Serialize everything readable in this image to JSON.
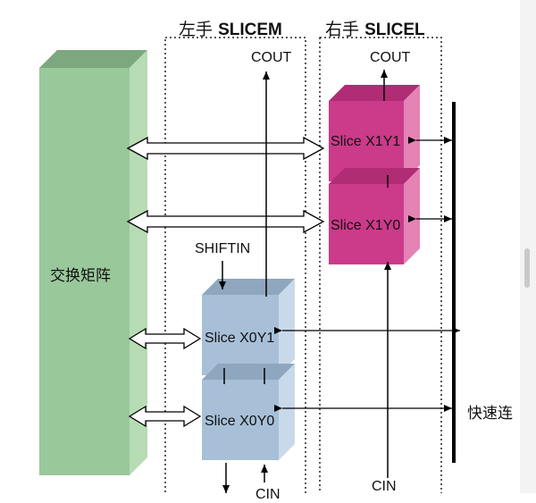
{
  "headers": {
    "left_prefix": "左手",
    "left_name": "SLICEM",
    "right_prefix": "右手",
    "right_name": "SLICEL"
  },
  "switch_matrix": {
    "label": "交换矩阵",
    "color": "#99c89a"
  },
  "slices": {
    "x1y1": {
      "label": "Slice X1Y1",
      "color": "#cc3a8a"
    },
    "x1y0": {
      "label": "Slice X1Y0",
      "color": "#cc3a8a"
    },
    "x0y1": {
      "label": "Slice X0Y1",
      "color": "#a7c0d8"
    },
    "x0y0": {
      "label": "Slice X0Y0",
      "color": "#a7c0d8"
    }
  },
  "signals": {
    "cout_left": "COUT",
    "cout_right": "COUT",
    "shiftin": "SHIFTIN",
    "cin_right": "CIN",
    "cin_left": "CIN"
  },
  "fast_connect": {
    "label": "快速连"
  }
}
